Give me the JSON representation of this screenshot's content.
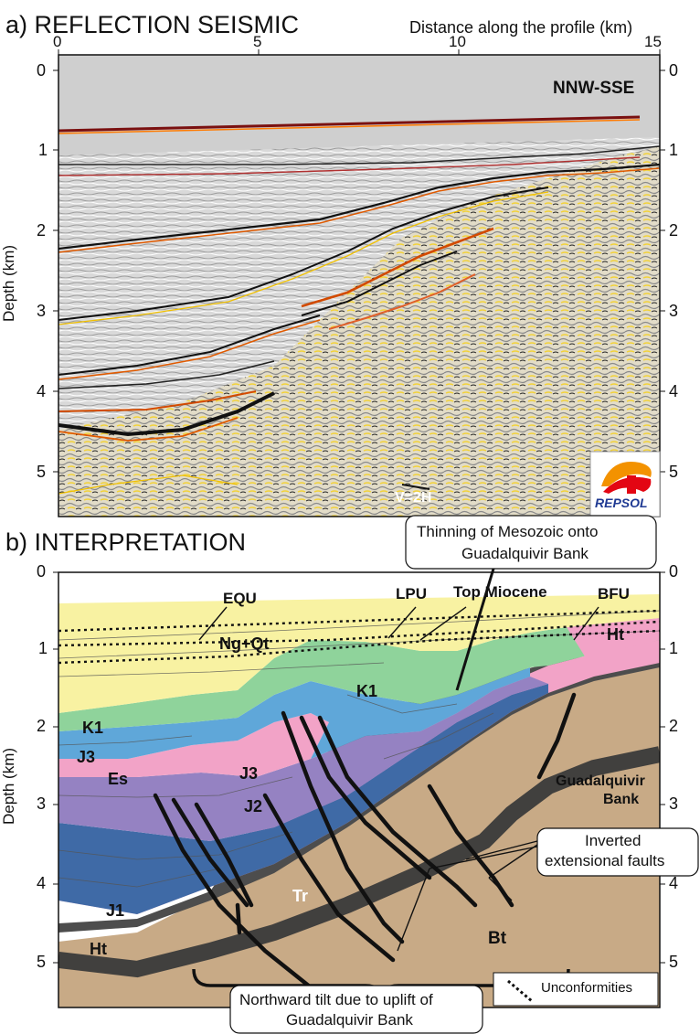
{
  "panel_a": {
    "title": "a) REFLECTION SEISMIC",
    "x_axis_label": "Distance along the profile (km)",
    "x_ticks": [
      "0",
      "5",
      "10",
      "15"
    ],
    "y_axis_label": "Depth (km)",
    "y_ticks": [
      "0",
      "1",
      "2",
      "3",
      "4",
      "5"
    ],
    "orientation": "NNW-SSE",
    "exaggeration": "V=2H",
    "logo_text": "REPSOL"
  },
  "panel_b": {
    "title": "b) INTERPRETATION",
    "y_axis_label": "Depth (km)",
    "y_ticks": [
      "0",
      "1",
      "2",
      "3",
      "4",
      "5"
    ],
    "units": {
      "ngqt": "Ng+Qt",
      "k1": "K1",
      "j3": "J3",
      "j2": "J2",
      "j1": "J1",
      "es": "Es",
      "tr": "Tr",
      "bt": "Bt",
      "ht": "Ht"
    },
    "surfaces": {
      "equ": "EQU",
      "lpu": "LPU",
      "top_miocene": "Top Miocene",
      "bfu": "BFU"
    },
    "callouts": {
      "thinning_line1": "Thinning of Mesozoic onto",
      "thinning_line2": "Guadalquivir Bank",
      "inverted_line1": "Inverted",
      "inverted_line2": "extensional faults",
      "guadalquivir_line1": "Guadalquivir",
      "guadalquivir_line2": "Bank",
      "tilt_line1": "Northward tilt due to uplift of",
      "tilt_line2": "Guadalquivir Bank"
    },
    "legend": {
      "unconformities": "Unconformities"
    },
    "colors": {
      "ngqt": "#f8f2a2",
      "k1": "#8fd39b",
      "j3": "#5fa7d9",
      "j2": "#9582c2",
      "j1": "#3f6aa6",
      "pink": "#f2a3c7",
      "tr": "#4d4d4d",
      "bt": "#c8aa86"
    }
  }
}
